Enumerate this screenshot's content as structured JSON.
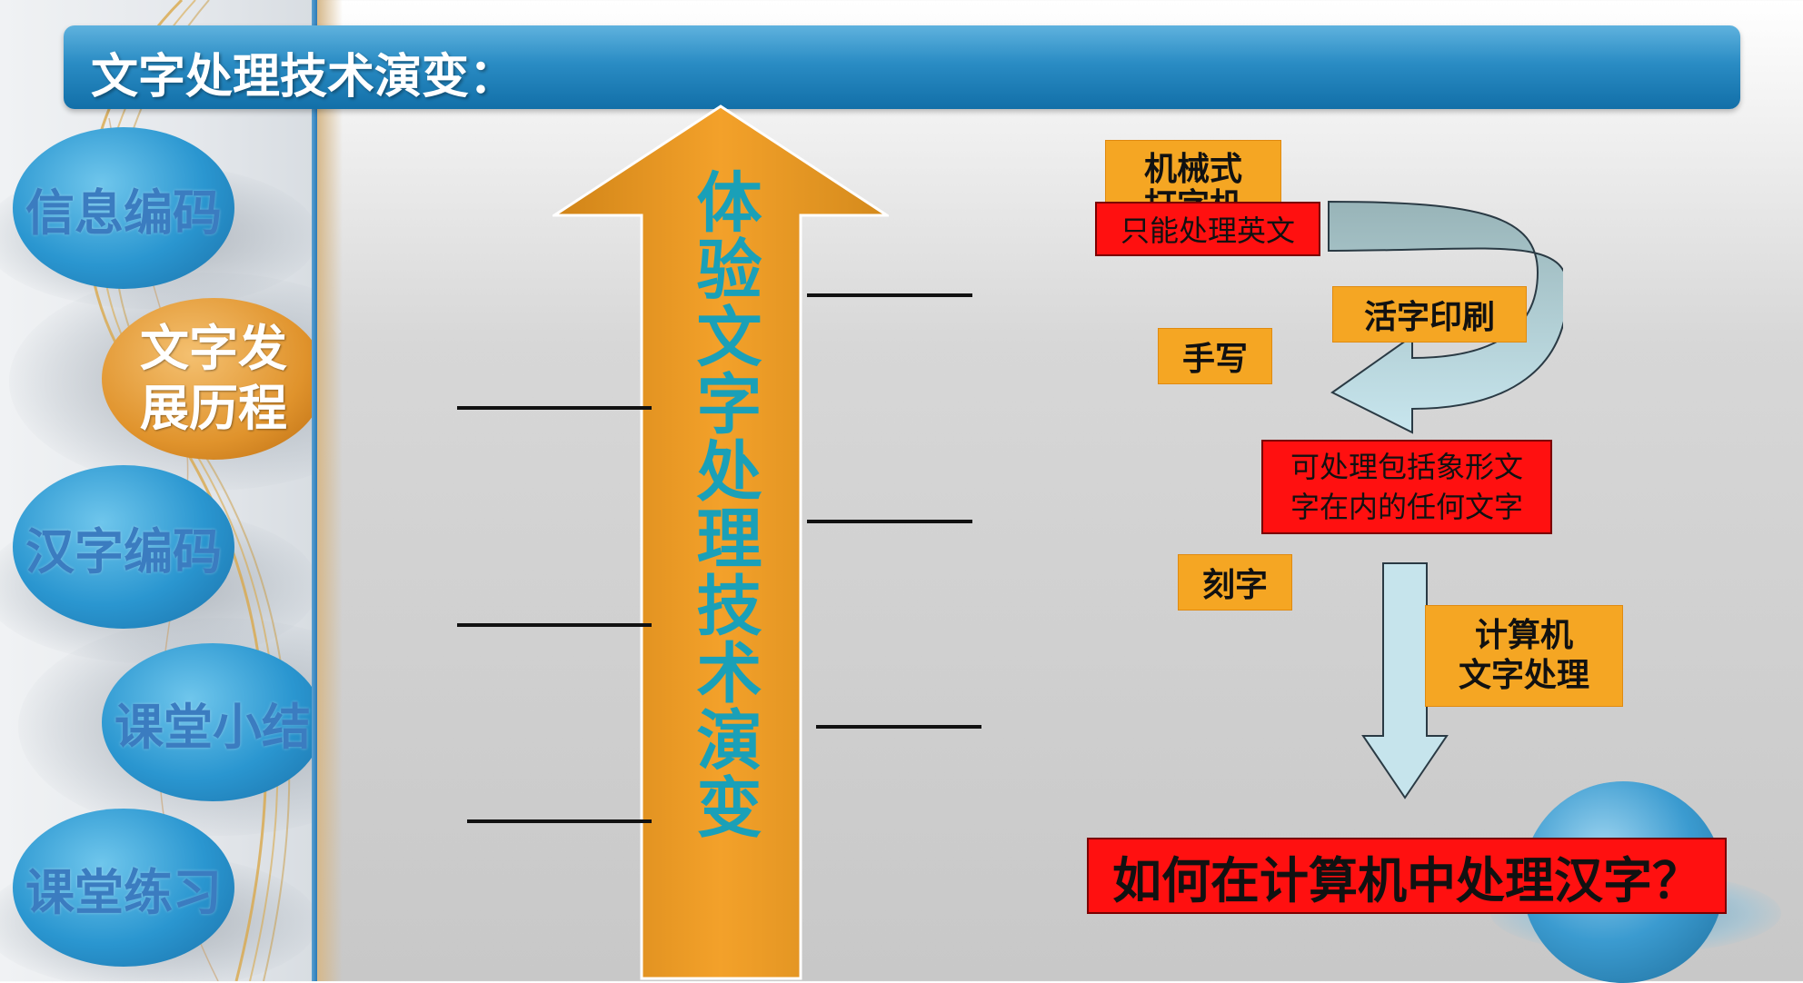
{
  "header": {
    "title": "文字处理技术演变："
  },
  "sidebar": {
    "items": [
      {
        "label": "信息编码"
      },
      {
        "label_line1": "文字发",
        "label_line2": "展历程"
      },
      {
        "label": "汉字编码"
      },
      {
        "label": "课堂小结"
      },
      {
        "label": "课堂练习"
      }
    ]
  },
  "center_arrow": {
    "text": "体验文字处理技术演变"
  },
  "labels": {
    "mechanical_line1": "机械式",
    "mechanical_line2": "打字机",
    "english_only": "只能处理英文",
    "movable_type": "活字印刷",
    "handwriting": "手写",
    "any_script_line1": "可处理包括象形文",
    "any_script_line2": "字在内的任何文字",
    "carving": "刻字",
    "computer_line1": "计算机",
    "computer_line2": "文字处理",
    "question": "如何在计算机中处理汉字？"
  }
}
